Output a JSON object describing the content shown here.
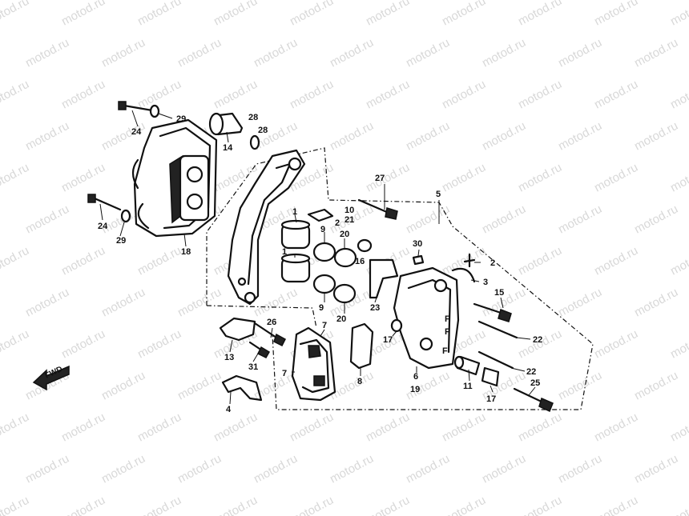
{
  "watermark": "motod.ru",
  "direction_label": "FWD",
  "callouts": [
    {
      "id": "c24a",
      "text": "24"
    },
    {
      "id": "c29a",
      "text": "29"
    },
    {
      "id": "c24b",
      "text": "24"
    },
    {
      "id": "c29b",
      "text": "29"
    },
    {
      "id": "c18",
      "text": "18"
    },
    {
      "id": "c14",
      "text": "14"
    },
    {
      "id": "c28a",
      "text": "28"
    },
    {
      "id": "c28b",
      "text": "28"
    },
    {
      "id": "c1a",
      "text": "1"
    },
    {
      "id": "c2a",
      "text": "2"
    },
    {
      "id": "c10",
      "text": "10"
    },
    {
      "id": "c21",
      "text": "21"
    },
    {
      "id": "c9a",
      "text": "9"
    },
    {
      "id": "c20a",
      "text": "20"
    },
    {
      "id": "c16",
      "text": "16"
    },
    {
      "id": "c1b",
      "text": "1"
    },
    {
      "id": "c9b",
      "text": "9"
    },
    {
      "id": "c20b",
      "text": "20"
    },
    {
      "id": "c23",
      "text": "23"
    },
    {
      "id": "c27",
      "text": "27"
    },
    {
      "id": "c5",
      "text": "5"
    },
    {
      "id": "c30",
      "text": "30"
    },
    {
      "id": "c2b",
      "text": "2"
    },
    {
      "id": "c3",
      "text": "3"
    },
    {
      "id": "c15",
      "text": "15"
    },
    {
      "id": "c22a",
      "text": "22"
    },
    {
      "id": "c22b",
      "text": "22"
    },
    {
      "id": "c17a",
      "text": "17"
    },
    {
      "id": "c6",
      "text": "6"
    },
    {
      "id": "c19",
      "text": "19"
    },
    {
      "id": "c11",
      "text": "11"
    },
    {
      "id": "c17b",
      "text": "17"
    },
    {
      "id": "c25",
      "text": "25"
    },
    {
      "id": "c26",
      "text": "26"
    },
    {
      "id": "c13",
      "text": "13"
    },
    {
      "id": "c31",
      "text": "31"
    },
    {
      "id": "c7a",
      "text": "7"
    },
    {
      "id": "c7b",
      "text": "7"
    },
    {
      "id": "c8",
      "text": "8"
    },
    {
      "id": "c4",
      "text": "4"
    }
  ]
}
